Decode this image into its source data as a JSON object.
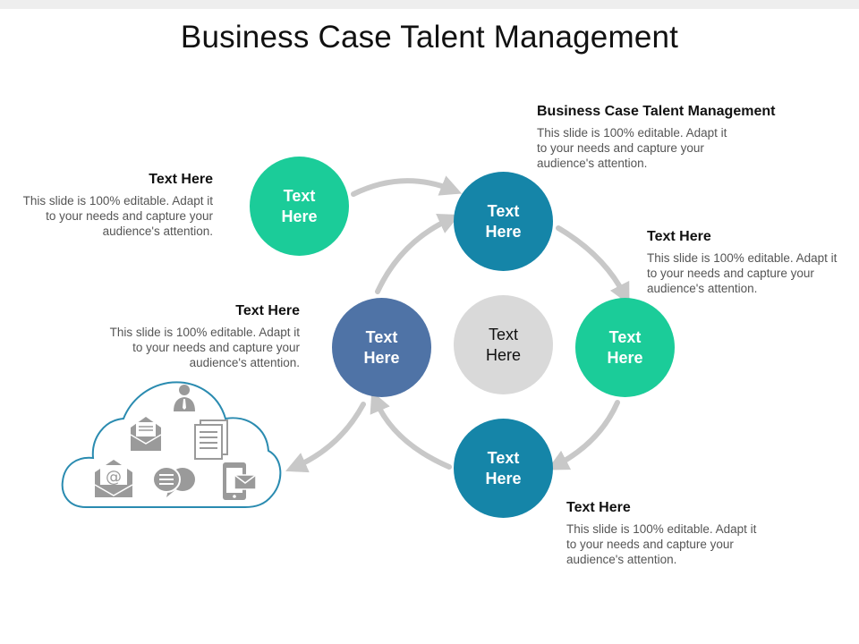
{
  "slide": {
    "title": "Business Case Talent Management"
  },
  "circles": {
    "top_left": "Text\nHere",
    "top": "Text\nHere",
    "right": "Text\nHere",
    "bottom": "Text\nHere",
    "left": "Text\nHere",
    "center": "Text\nHere"
  },
  "blocks": {
    "top_right": {
      "heading": "Business Case Talent Management",
      "body": "This slide is 100% editable. Adapt it to your needs and capture your audience's attention."
    },
    "top_left": {
      "heading": "Text Here",
      "body": "This slide is 100% editable. Adapt it to your needs and capture your audience's attention."
    },
    "right": {
      "heading": "Text Here",
      "body": "This slide is 100% editable. Adapt it to your needs and capture your audience's attention."
    },
    "middle_left": {
      "heading": "Text Here",
      "body": "This slide is 100% editable. Adapt it to your needs and capture your audience's attention."
    },
    "bottom_right": {
      "heading": "Text Here",
      "body": "This slide is 100% editable. Adapt it to your needs and capture your audience's attention."
    }
  },
  "colors": {
    "teal": "#1bcc99",
    "blue": "#1585a8",
    "slate": "#4f73a6",
    "grey": "#d9d9d9",
    "arrow": "#c8c8c8",
    "cloud_outline": "#2a8bb0",
    "icon": "#9a9a9a"
  },
  "icons": [
    "person-icon",
    "envelope-icon",
    "document-icon",
    "email-at-icon",
    "chat-bubbles-icon",
    "mobile-mail-icon"
  ]
}
